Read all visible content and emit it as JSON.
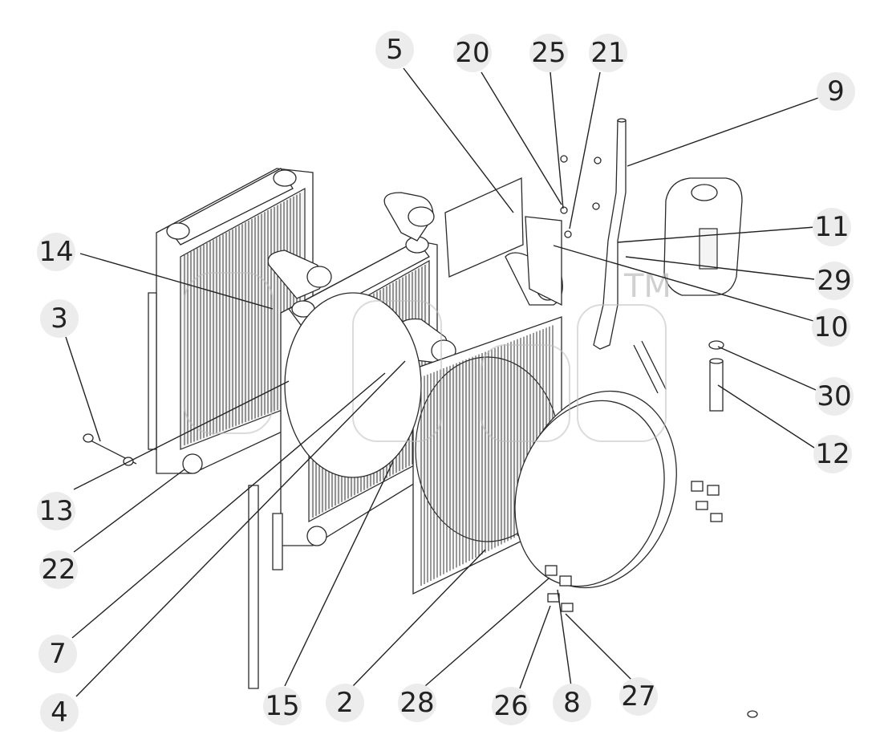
{
  "watermark": {
    "text": "TM"
  },
  "callouts": [
    {
      "label": "5"
    },
    {
      "label": "20"
    },
    {
      "label": "25"
    },
    {
      "label": "21"
    },
    {
      "label": "9"
    },
    {
      "label": "14"
    },
    {
      "label": "11"
    },
    {
      "label": "29"
    },
    {
      "label": "3"
    },
    {
      "label": "10"
    },
    {
      "label": "30"
    },
    {
      "label": "12"
    },
    {
      "label": "13"
    },
    {
      "label": "22"
    },
    {
      "label": "7"
    },
    {
      "label": "4"
    },
    {
      "label": "15"
    },
    {
      "label": "2"
    },
    {
      "label": "28"
    },
    {
      "label": "26"
    },
    {
      "label": "8"
    },
    {
      "label": "27"
    }
  ]
}
